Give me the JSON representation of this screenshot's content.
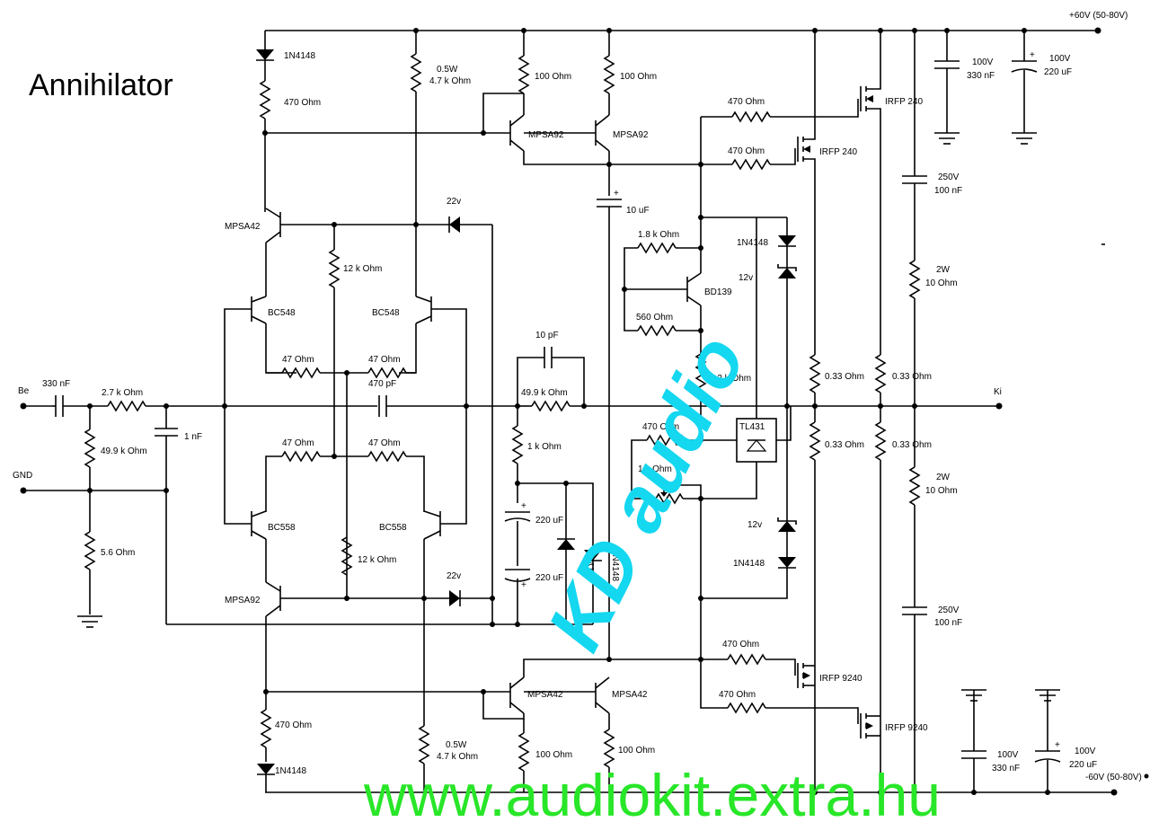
{
  "title": "Annihilator",
  "rails": {
    "positive": "+60V (50-80V)",
    "negative": "-60V (50-80V)"
  },
  "terminals": {
    "input": "Be",
    "ground": "GND",
    "output": "Ki"
  },
  "watermarks": {
    "brand": "KD audio",
    "url": "www.audiokit.extra.hu"
  },
  "colors": {
    "brand": "#14d7f0",
    "url": "#28e628",
    "wire": "#000000"
  },
  "labels": {
    "c_in": "330 nF",
    "r_in": "2.7 k Ohm",
    "r_in_gnd": "49.9 k Ohm",
    "c_filt": "1 nF",
    "r_gnd": "5.6 Ohm",
    "d_top": "1N4148",
    "r_top": "470 Ohm",
    "q_top": "MPSA42",
    "r_top_mid_w": "0.5W",
    "r_top_mid": "4.7 k Ohm",
    "r_top_a": "100 Ohm",
    "r_top_b": "100 Ohm",
    "q_top_a": "MPSA92",
    "q_top_b": "MPSA92",
    "z_top": "22v",
    "r_12k_top": "12 k Ohm",
    "q_diff_p1": "BC548",
    "q_diff_p2": "BC548",
    "r_47_1": "47 Ohm",
    "r_47_2": "47 Ohm",
    "c_470p": "470 pF",
    "r_47_3": "47 Ohm",
    "r_47_4": "47 Ohm",
    "q_diff_n1": "BC558",
    "q_diff_n2": "BC558",
    "r_12k_bot": "12 k Ohm",
    "q_bot": "MPSA92",
    "z_bot": "22v",
    "r_bot": "470 Ohm",
    "d_bot": "1N4148",
    "r_bot_mid_w": "0.5W",
    "r_bot_mid": "4.7 k Ohm",
    "q_bot_a": "MPSA42",
    "q_bot_b": "MPSA42",
    "r_bot_a": "100 Ohm",
    "r_bot_b": "100 Ohm",
    "c_10u_v": "+",
    "c_10u": "10 uF",
    "c_10p": "10 pF",
    "r_fb": "49.9 k Ohm",
    "r_1k": "1 k Ohm",
    "c_220_a": "220 uF",
    "c_220_b": "220 uF",
    "d_fb_a": "1N4148",
    "d_fb_b": "1N4148",
    "r_1k8": "1.8 k Ohm",
    "q_bias": "BD139",
    "r_560": "560 Ohm",
    "r_1k2": "1.2 k Ohm",
    "r_470_tl": "470 Ohm",
    "r_1k_tl": "1 k Ohm",
    "tl": "TL431",
    "d_prot_top": "1N4148",
    "z_prot_top": "12v",
    "z_prot_bot": "12v",
    "d_prot_bot": "1N4148",
    "r_g1": "470 Ohm",
    "r_g2": "470 Ohm",
    "m_p1": "IRFP 240",
    "m_p2": "IRFP 240",
    "r_g3": "470 Ohm",
    "r_g4": "470 Ohm",
    "m_n1": "IRFP 9240",
    "m_n2": "IRFP 9240",
    "r_s1": "0.33 Ohm",
    "r_s2": "0.33 Ohm",
    "r_s3": "0.33 Ohm",
    "r_s4": "0.33 Ohm",
    "c_top_1_v": "100V",
    "c_top_1": "330 nF",
    "c_top_2_v": "100V",
    "c_top_2": "220 uF",
    "c_zob_t_v": "250V",
    "c_zob_t": "100 nF",
    "r_zob_t_w": "2W",
    "r_zob_t": "10 Ohm",
    "r_zob_b_w": "2W",
    "r_zob_b": "10 Ohm",
    "c_zob_b_v": "250V",
    "c_zob_b": "100 nF",
    "c_bot_1_v": "100V",
    "c_bot_1": "330 nF",
    "c_bot_2_v": "100V",
    "c_bot_2": "220 uF"
  }
}
